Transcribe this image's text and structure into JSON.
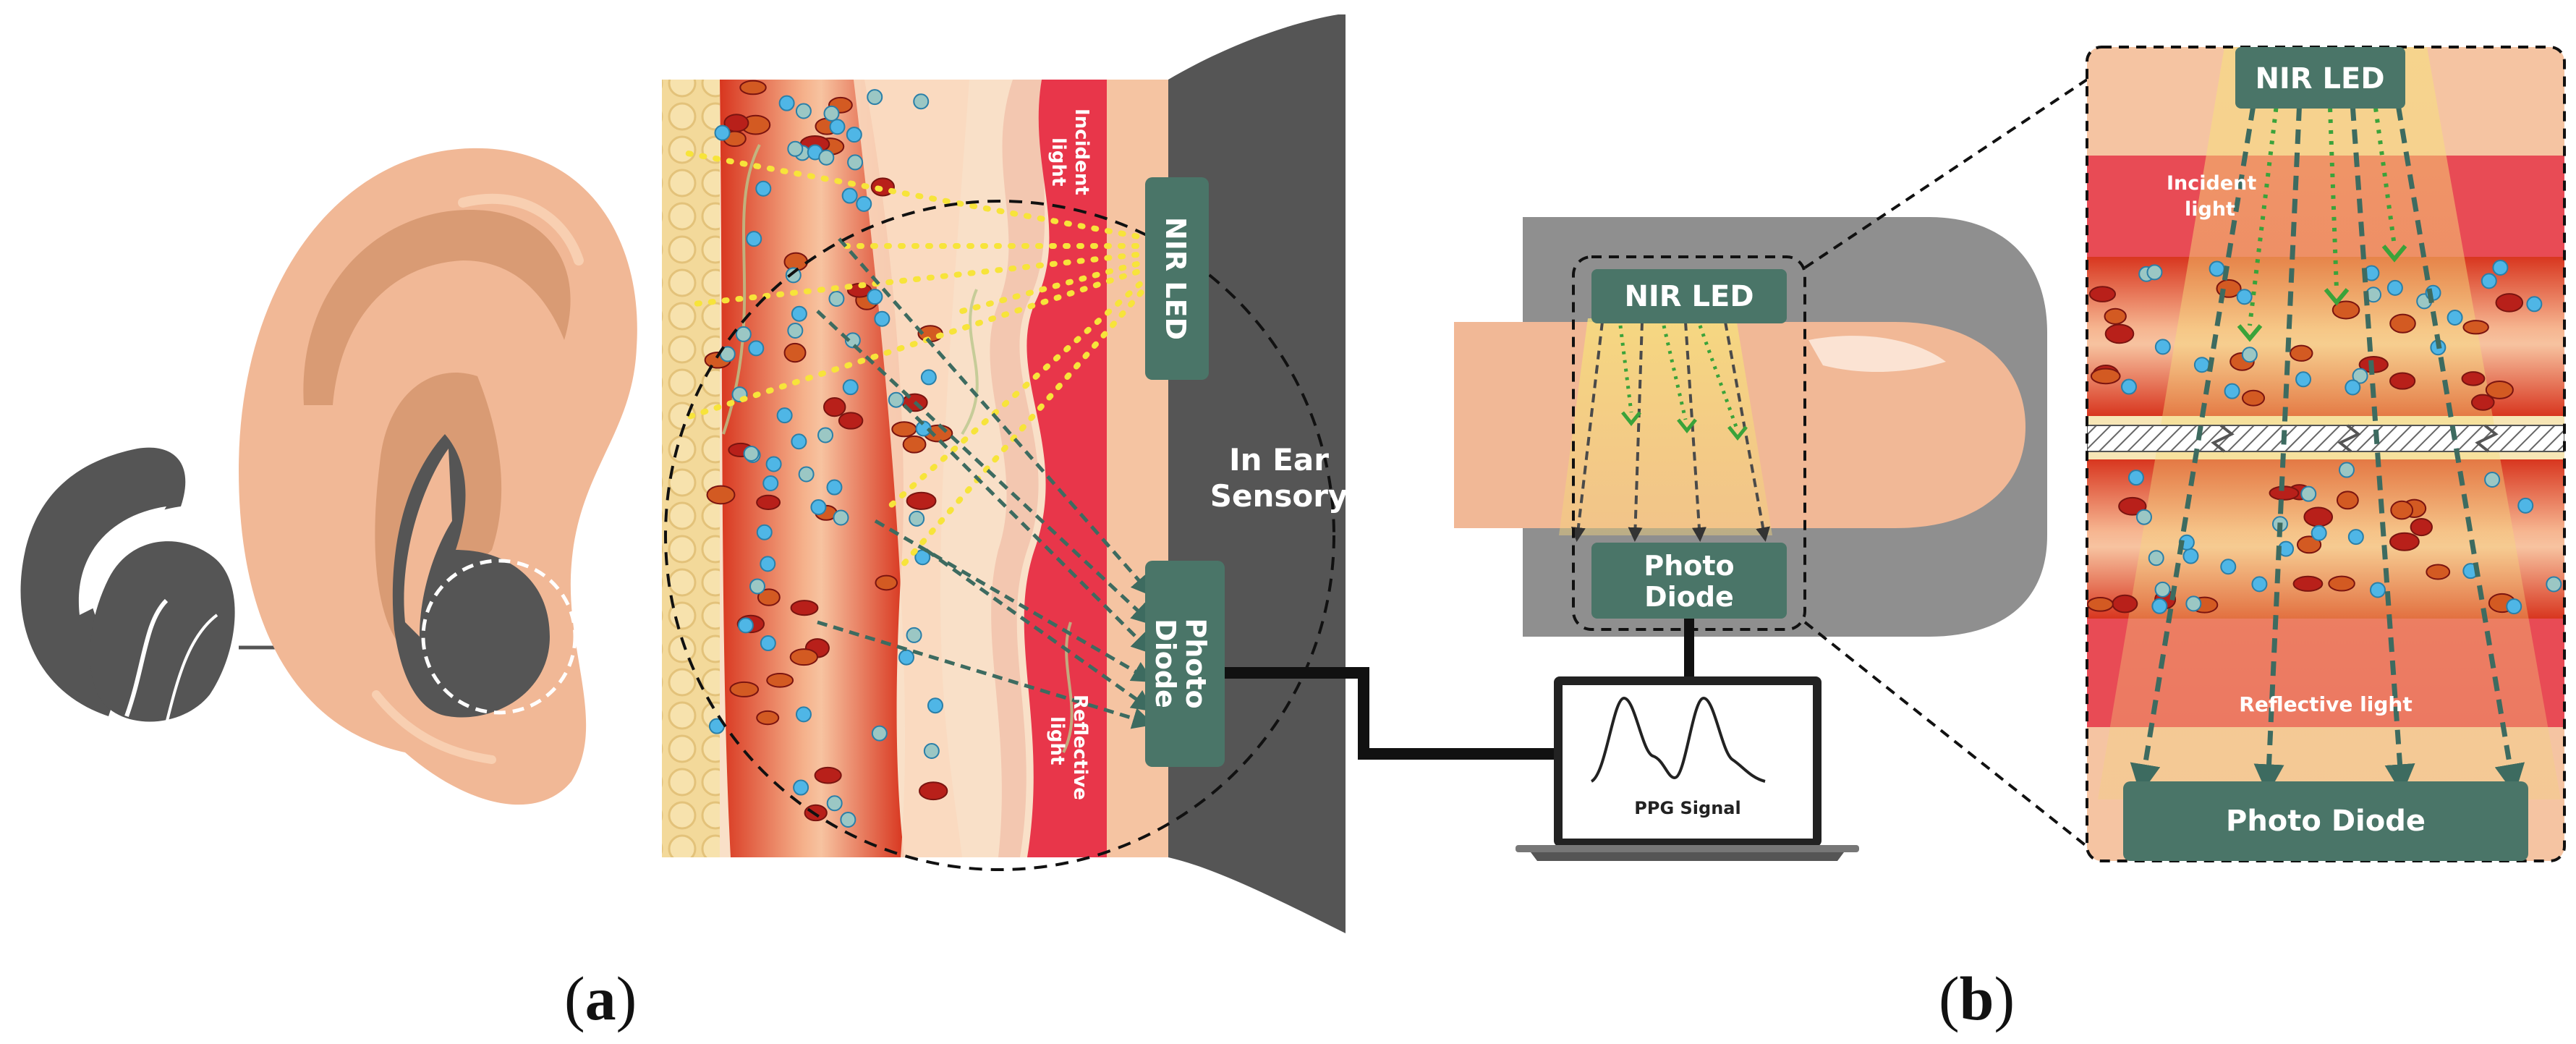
{
  "colors": {
    "device_dark": "#555555",
    "label_box": "#4a7568",
    "skin": "#f1b896",
    "skin_dark": "#d99b74",
    "blood_red": "#c0231d",
    "vessel": "#e35a3a",
    "fat": "#f3d99a",
    "light_yellow": "#f7e86a",
    "arrow_teal": "#3d6b60",
    "arrow_green": "#3aa33a",
    "blue_cell": "#4fb6e6",
    "gray_block": "#8f8f8f"
  },
  "panel_a": {
    "label_prefix": "(",
    "label_letter": "a",
    "label_suffix": ")",
    "nir_led": "NIR LED",
    "photo_diode_1": "Photo",
    "photo_diode_2": "Diode",
    "sensor_1": "In Ear",
    "sensor_2": "Sensory",
    "incident_1": "Incident",
    "incident_2": "light",
    "reflective_1": "Reflective",
    "reflective_2": "light"
  },
  "panel_b": {
    "label_prefix": "(",
    "label_letter": "b",
    "label_suffix": ")",
    "nir_led": "NIR LED",
    "photo_diode_1": "Photo",
    "photo_diode_2": "Diode",
    "ppg_signal": "PPG Signal",
    "zoom_nir_led": "NIR LED",
    "zoom_incident_1": "Incident",
    "zoom_incident_2": "light",
    "zoom_reflective": "Reflective light",
    "zoom_photo_diode": "Photo Diode"
  }
}
